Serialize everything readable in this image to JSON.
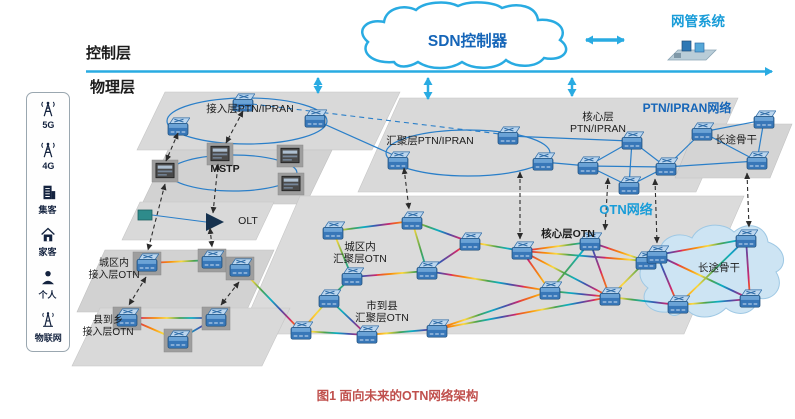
{
  "header": {
    "control_layer": "控制层",
    "physical_layer": "物理层",
    "sdn_controller": "SDN控制器",
    "nms": "网管系统"
  },
  "sidebar": {
    "items": [
      {
        "label": "5G",
        "icon": "antenna-icon"
      },
      {
        "label": "4G",
        "icon": "antenna-icon"
      },
      {
        "label": "集客",
        "icon": "building-icon"
      },
      {
        "label": "家客",
        "icon": "home-icon"
      },
      {
        "label": "个人",
        "icon": "person-icon"
      },
      {
        "label": "物联网",
        "icon": "iot-tower-icon"
      }
    ]
  },
  "ptn": {
    "network_label": "PTN/IPRAN网络",
    "access": "接入层PTN/IPRAN",
    "aggregation": "汇聚层PTN/IPRAN",
    "core": "核心层\nPTN/IPRAN",
    "backbone": "长途骨干",
    "mstp": "MSTP",
    "olt": "OLT"
  },
  "otn": {
    "network_label": "OTN网络",
    "urban_aggregation": "城区内\n汇聚层OTN",
    "core": "核心层OTN",
    "city_to_county": "市到县\n汇聚层OTN",
    "backbone": "长途骨干",
    "urban_access": "城区内\n接入层OTN",
    "county_access": "县到乡\n接入层OTN"
  },
  "caption": "图1  面向未来的OTN网络架构",
  "colors": {
    "accent_blue": "#29abe2",
    "dark_blue": "#1565b8",
    "teal_blue": "#189cd8",
    "plane_gray": "#d9d9d9",
    "caption_red": "#c0504d"
  }
}
